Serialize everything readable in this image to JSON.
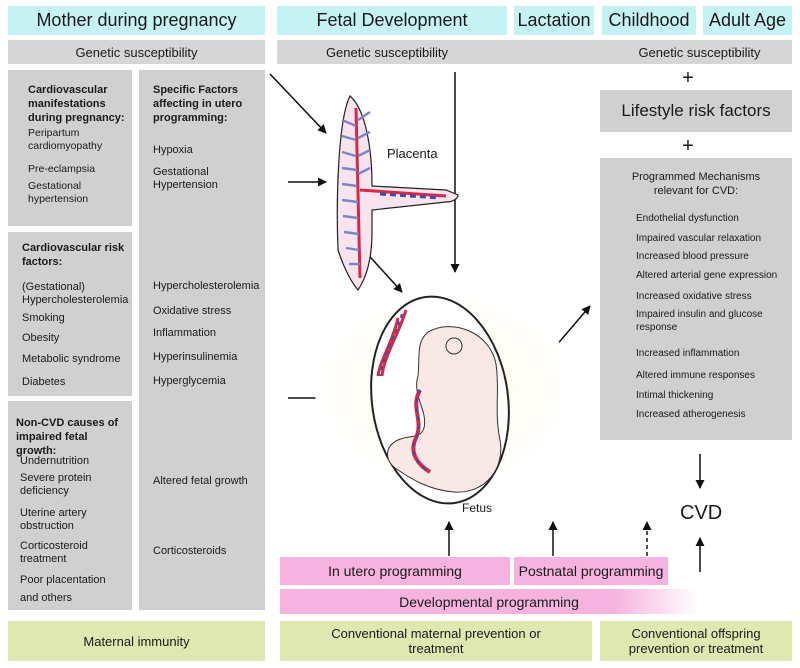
{
  "headers": {
    "mother": "Mother during pregnancy",
    "fetal": "Fetal Development",
    "lactation": "Lactation",
    "childhood": "Childhood",
    "adult": "Adult Age"
  },
  "genetic": {
    "left": "Genetic susceptibility",
    "middle": "Genetic susceptibility",
    "right": "Genetic susceptibility"
  },
  "cardio_manifest": {
    "title": "Cardiovascular manifestations during pregnancy:",
    "items": [
      "Peripartum cardiomyopathy",
      "Pre-eclampsia",
      "Gestational hypertension"
    ]
  },
  "risk_factors": {
    "title": "Cardiovascular risk factors:",
    "items": [
      "(Gestational) Hypercholesterolemia",
      "Smoking",
      "Obesity",
      "Metabolic syndrome",
      "Diabetes"
    ]
  },
  "noncvd": {
    "title": "Non-CVD causes of impaired fetal growth:",
    "items": [
      "Undernutrition",
      "Severe protein deficiency",
      "Uterine artery obstruction",
      "Corticosteroid treatment",
      "Poor placentation",
      "and others"
    ]
  },
  "specific": {
    "title": "Specific Factors affecting in utero programming:",
    "items": [
      "Hypoxia",
      "Gestational Hypertension",
      "Hypercholesterolemia",
      "Oxidative stress",
      "Inflammation",
      "Hyperinsulinemia",
      "Hyperglycemia",
      "Altered fetal growth",
      "Corticosteroids"
    ]
  },
  "plus": "+",
  "lifestyle": "Lifestyle risk factors",
  "mechanisms": {
    "title": "Programmed Mechanisms relevant for CVD:",
    "items": [
      "Endothelial dysfunction",
      "Impaired vascular relaxation",
      "Increased blood pressure",
      "Altered arterial gene expression",
      "Increased oxidative stress",
      "Impaired insulin and glucose response",
      "Increased inflammation",
      "Altered immune responses",
      "Intimal thickening",
      "Increased atherogenesis"
    ]
  },
  "labels": {
    "placenta": "Placenta",
    "fetus": "Fetus",
    "cvd": "CVD"
  },
  "programming": {
    "in_utero": "In utero programming",
    "postnatal": "Postnatal programming",
    "developmental": "Developmental programming"
  },
  "bottom": {
    "immunity": "Maternal immunity",
    "maternal": "Conventional maternal prevention or treatment",
    "offspring": "Conventional offspring prevention or treatment"
  },
  "colors": {
    "header": "#c6f2f4",
    "panel": "#d0d0d0",
    "bottom": "#dfe8b1",
    "programming": "#f6b3df",
    "vessel_red": "#d42a4a",
    "vessel_blue": "#3a4fa8"
  }
}
